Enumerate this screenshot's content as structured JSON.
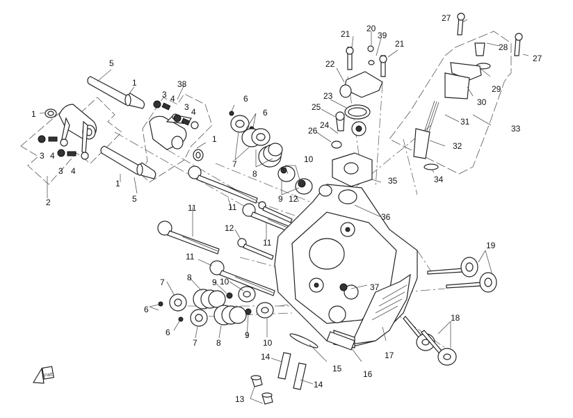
{
  "diagram": {
    "title": "Cylinder Head Exploded View",
    "labels": [
      {
        "id": "l1a",
        "text": "1"
      },
      {
        "id": "l1b",
        "text": "1"
      },
      {
        "id": "l1c",
        "text": "1"
      },
      {
        "id": "l1d",
        "text": "1"
      },
      {
        "id": "l2",
        "text": "2"
      },
      {
        "id": "l3a",
        "text": "3"
      },
      {
        "id": "l3b",
        "text": "3"
      },
      {
        "id": "l3c",
        "text": "3"
      },
      {
        "id": "l3d",
        "text": "3"
      },
      {
        "id": "l4a",
        "text": "4"
      },
      {
        "id": "l4b",
        "text": "4"
      },
      {
        "id": "l4c",
        "text": "4"
      },
      {
        "id": "l4d",
        "text": "4"
      },
      {
        "id": "l5a",
        "text": "5"
      },
      {
        "id": "l5b",
        "text": "5"
      },
      {
        "id": "l6a",
        "text": "6"
      },
      {
        "id": "l6b",
        "text": "6"
      },
      {
        "id": "l6c",
        "text": "6"
      },
      {
        "id": "l6d",
        "text": "6"
      },
      {
        "id": "l7a",
        "text": "7"
      },
      {
        "id": "l7b",
        "text": "7"
      },
      {
        "id": "l7c",
        "text": "7"
      },
      {
        "id": "l8a",
        "text": "8"
      },
      {
        "id": "l8b",
        "text": "8"
      },
      {
        "id": "l8c",
        "text": "8"
      },
      {
        "id": "l9a",
        "text": "9"
      },
      {
        "id": "l9b",
        "text": "9"
      },
      {
        "id": "l9c",
        "text": "9"
      },
      {
        "id": "l10a",
        "text": "10"
      },
      {
        "id": "l10b",
        "text": "10"
      },
      {
        "id": "l10c",
        "text": "10"
      },
      {
        "id": "l11a",
        "text": "11"
      },
      {
        "id": "l11b",
        "text": "11"
      },
      {
        "id": "l11c",
        "text": "11"
      },
      {
        "id": "l11d",
        "text": "11"
      },
      {
        "id": "l12a",
        "text": "12"
      },
      {
        "id": "l12b",
        "text": "12"
      },
      {
        "id": "l13",
        "text": "13"
      },
      {
        "id": "l14a",
        "text": "14"
      },
      {
        "id": "l14b",
        "text": "14"
      },
      {
        "id": "l15",
        "text": "15"
      },
      {
        "id": "l16",
        "text": "16"
      },
      {
        "id": "l17",
        "text": "17"
      },
      {
        "id": "l18",
        "text": "18"
      },
      {
        "id": "l19",
        "text": "19"
      },
      {
        "id": "l20",
        "text": "20"
      },
      {
        "id": "l21a",
        "text": "21"
      },
      {
        "id": "l21b",
        "text": "21"
      },
      {
        "id": "l22",
        "text": "22"
      },
      {
        "id": "l23",
        "text": "23"
      },
      {
        "id": "l24",
        "text": "24"
      },
      {
        "id": "l25",
        "text": "25"
      },
      {
        "id": "l26",
        "text": "26"
      },
      {
        "id": "l27a",
        "text": "27"
      },
      {
        "id": "l27b",
        "text": "27"
      },
      {
        "id": "l28",
        "text": "28"
      },
      {
        "id": "l29",
        "text": "29"
      },
      {
        "id": "l30",
        "text": "30"
      },
      {
        "id": "l31",
        "text": "31"
      },
      {
        "id": "l32",
        "text": "32"
      },
      {
        "id": "l33",
        "text": "33"
      },
      {
        "id": "l34",
        "text": "34"
      },
      {
        "id": "l35",
        "text": "35"
      },
      {
        "id": "l36",
        "text": "36"
      },
      {
        "id": "l37",
        "text": "37"
      },
      {
        "id": "l38",
        "text": "38"
      },
      {
        "id": "l39",
        "text": "39"
      }
    ],
    "direction_marker": {
      "text": "FWD",
      "icon": "forward-arrow-icon"
    }
  }
}
